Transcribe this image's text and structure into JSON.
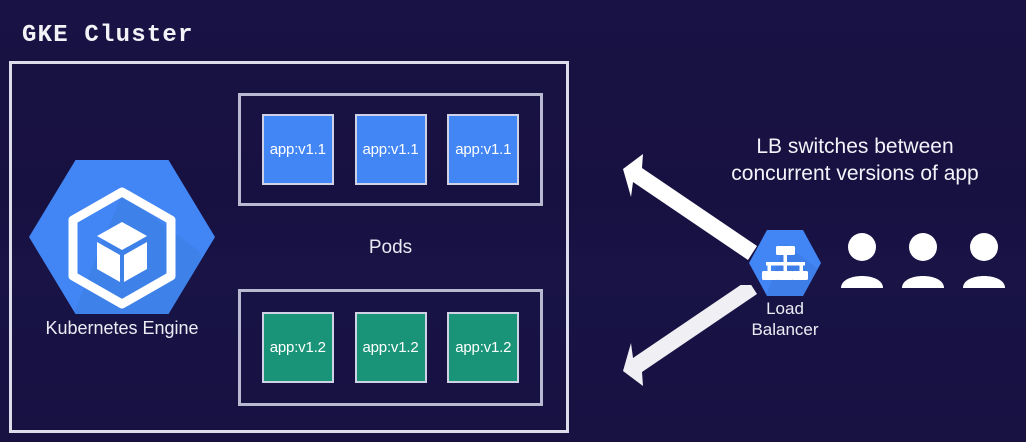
{
  "diagram": {
    "title": "GKE Cluster",
    "background_color": "#161142"
  },
  "cluster": {
    "label": "GKE Cluster",
    "border_color": "#dcdcea"
  },
  "kubernetes_engine": {
    "label": "Kubernetes Engine",
    "icon": "kubernetes-engine-hexagon-icon",
    "hex_color": "#4285f4"
  },
  "pods": {
    "label": "Pods",
    "groups": [
      {
        "version": "v1.1",
        "color": "#4285f4",
        "items": [
          {
            "label": "app:v1.1"
          },
          {
            "label": "app:v1.1"
          },
          {
            "label": "app:v1.1"
          }
        ]
      },
      {
        "version": "v1.2",
        "color": "#1a9478",
        "items": [
          {
            "label": "app:v1.2"
          },
          {
            "label": "app:v1.2"
          },
          {
            "label": "app:v1.2"
          }
        ]
      }
    ]
  },
  "load_balancer": {
    "label_line1": "Load",
    "label_line2": "Balancer",
    "icon": "load-balancer-hexagon-icon",
    "hex_color": "#4285f4"
  },
  "callout": {
    "line1": "LB switches between",
    "line2": "concurrent versions of app"
  },
  "arrows": {
    "top": {
      "name": "arrow-to-v11-pods",
      "direction": "up-left",
      "color": "#ffffff"
    },
    "bottom": {
      "name": "arrow-to-v12-pods",
      "direction": "down-left",
      "color": "#f0f0f4"
    }
  },
  "users": {
    "count": 3,
    "icon": "user-icon",
    "color": "#ffffff"
  }
}
